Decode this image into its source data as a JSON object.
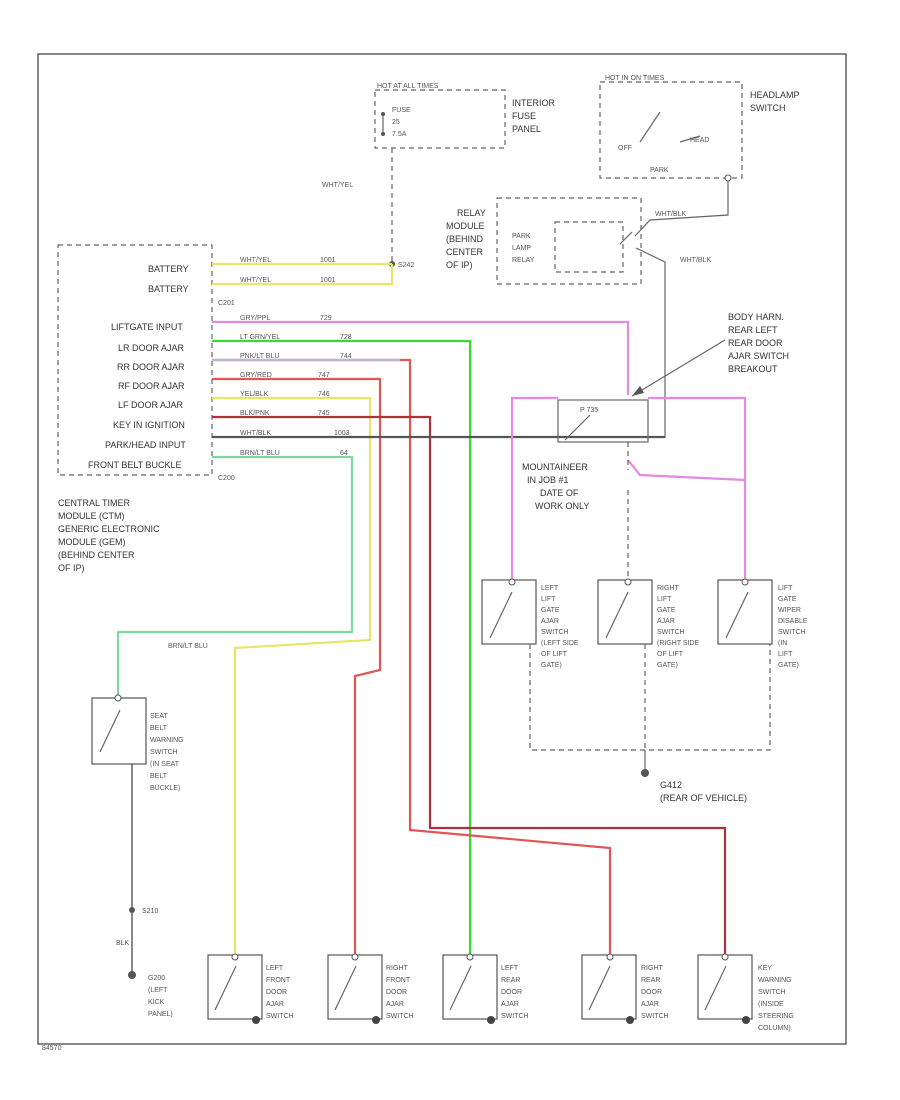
{
  "colors": {
    "yellow": "#e6e66a",
    "pink": "#e58ae0",
    "green": "#33dd33",
    "gray": "#b9b9c9",
    "red": "#e25555",
    "darkred": "#b0303a",
    "ltgreen": "#7fd7a0",
    "black": "#555555"
  },
  "labels": {
    "hot_at_all_times": "HOT AT ALL TIMES",
    "fuse": "FUSE",
    "fuse_num": "25",
    "fuse_amp": "7.5A",
    "interior_fuse_panel": [
      "INTERIOR",
      "FUSE",
      "PANEL"
    ],
    "hot_in_on": "HOT IN ON TIMES",
    "headlamp_switch": [
      "HEADLAMP",
      "SWITCH"
    ],
    "off": "OFF",
    "head": "HEAD",
    "park": "PARK",
    "wht_yel": "WHT/YEL",
    "relay_module": [
      "RELAY",
      "MODULE",
      "(BEHIND",
      "CENTER",
      "OF IP)"
    ],
    "park_lamp_relay": [
      "PARK",
      "LAMP",
      "RELAY"
    ],
    "wht_blk_top": "WHT/BLK",
    "wht_blk_right": "WHT/BLK",
    "s242": "S242",
    "c201": "C201",
    "c200": "C200",
    "body_harn": [
      "BODY HARN.",
      "REAR LEFT",
      "REAR DOOR",
      "AJAR SWITCH",
      "BREAKOUT"
    ],
    "ctm_pins": [
      "BATTERY",
      "BATTERY",
      "LIFTGATE INPUT",
      "LR DOOR AJAR",
      "RR DOOR AJAR",
      "RF DOOR AJAR",
      "LF DOOR AJAR",
      "KEY IN IGNITION",
      "PARK/HEAD INPUT",
      "FRONT BELT BUCKLE"
    ],
    "ctm_module": [
      "CENTRAL TIMER",
      "MODULE (CTM)",
      "GENERIC ELECTRONIC",
      "MODULE (GEM)",
      "(BEHIND CENTER",
      "OF IP)"
    ],
    "mountainer": [
      "MOUNTAINEER",
      "IN JOB #1",
      "DATE OF",
      "WORK ONLY"
    ],
    "left_lift_gate": [
      "LEFT",
      "LIFT",
      "GATE",
      "AJAR",
      "SWITCH",
      "(LEFT SIDE",
      "OF LIFT",
      "GATE)"
    ],
    "right_lift_gate": [
      "RIGHT",
      "LIFT",
      "GATE",
      "AJAR",
      "SWITCH",
      "(RIGHT SIDE",
      "OF LIFT",
      "GATE)"
    ],
    "lift_gate_wiper": [
      "LIFT",
      "GATE",
      "WIPER",
      "DISABLE",
      "SWITCH",
      "(IN",
      "LIFT",
      "GATE)"
    ],
    "g412": "G412",
    "rear_vehicle": "(REAR OF VEHICLE)",
    "brn_ltblu": "BRN/LT BLU",
    "seat_belt": [
      "SEAT",
      "BELT",
      "WARNING",
      "SWITCH",
      "(IN SEAT",
      "BELT",
      "BUCKLE)"
    ],
    "s210": "S210",
    "blk": "BLK",
    "g200": [
      "G200",
      "(LEFT",
      "KICK",
      "PANEL)"
    ],
    "left_front_door": [
      "LEFT",
      "FRONT",
      "DOOR",
      "AJAR",
      "SWITCH"
    ],
    "right_front_door": [
      "RIGHT",
      "FRONT",
      "DOOR",
      "AJAR",
      "SWITCH"
    ],
    "left_rear_door": [
      "LEFT",
      "REAR",
      "DOOR",
      "AJAR",
      "SWITCH"
    ],
    "right_rear_door": [
      "RIGHT",
      "REAR",
      "DOOR",
      "AJAR",
      "SWITCH"
    ],
    "key_warning": [
      "KEY",
      "WARNING",
      "SWITCH",
      "(INSIDE",
      "STEERING",
      "COLUMN)"
    ],
    "figure_id": "84570"
  },
  "wire_labels": [
    {
      "text": "WHT/YEL",
      "num": "1001"
    },
    {
      "text": "WHT/YEL",
      "num": "1001"
    },
    {
      "text": "GRY/PPL",
      "num": "729"
    },
    {
      "text": "LT GRN/YEL",
      "num": "728"
    },
    {
      "text": "PNK/LT BLU",
      "num": "744"
    },
    {
      "text": "GRY/RED",
      "num": "747"
    },
    {
      "text": "YEL/BLK",
      "num": "746"
    },
    {
      "text": "BLK/PNK",
      "num": "745"
    },
    {
      "text": "WHT/BLK",
      "num": "1003"
    },
    {
      "text": "BRN/LT BLU",
      "num": "64"
    }
  ]
}
